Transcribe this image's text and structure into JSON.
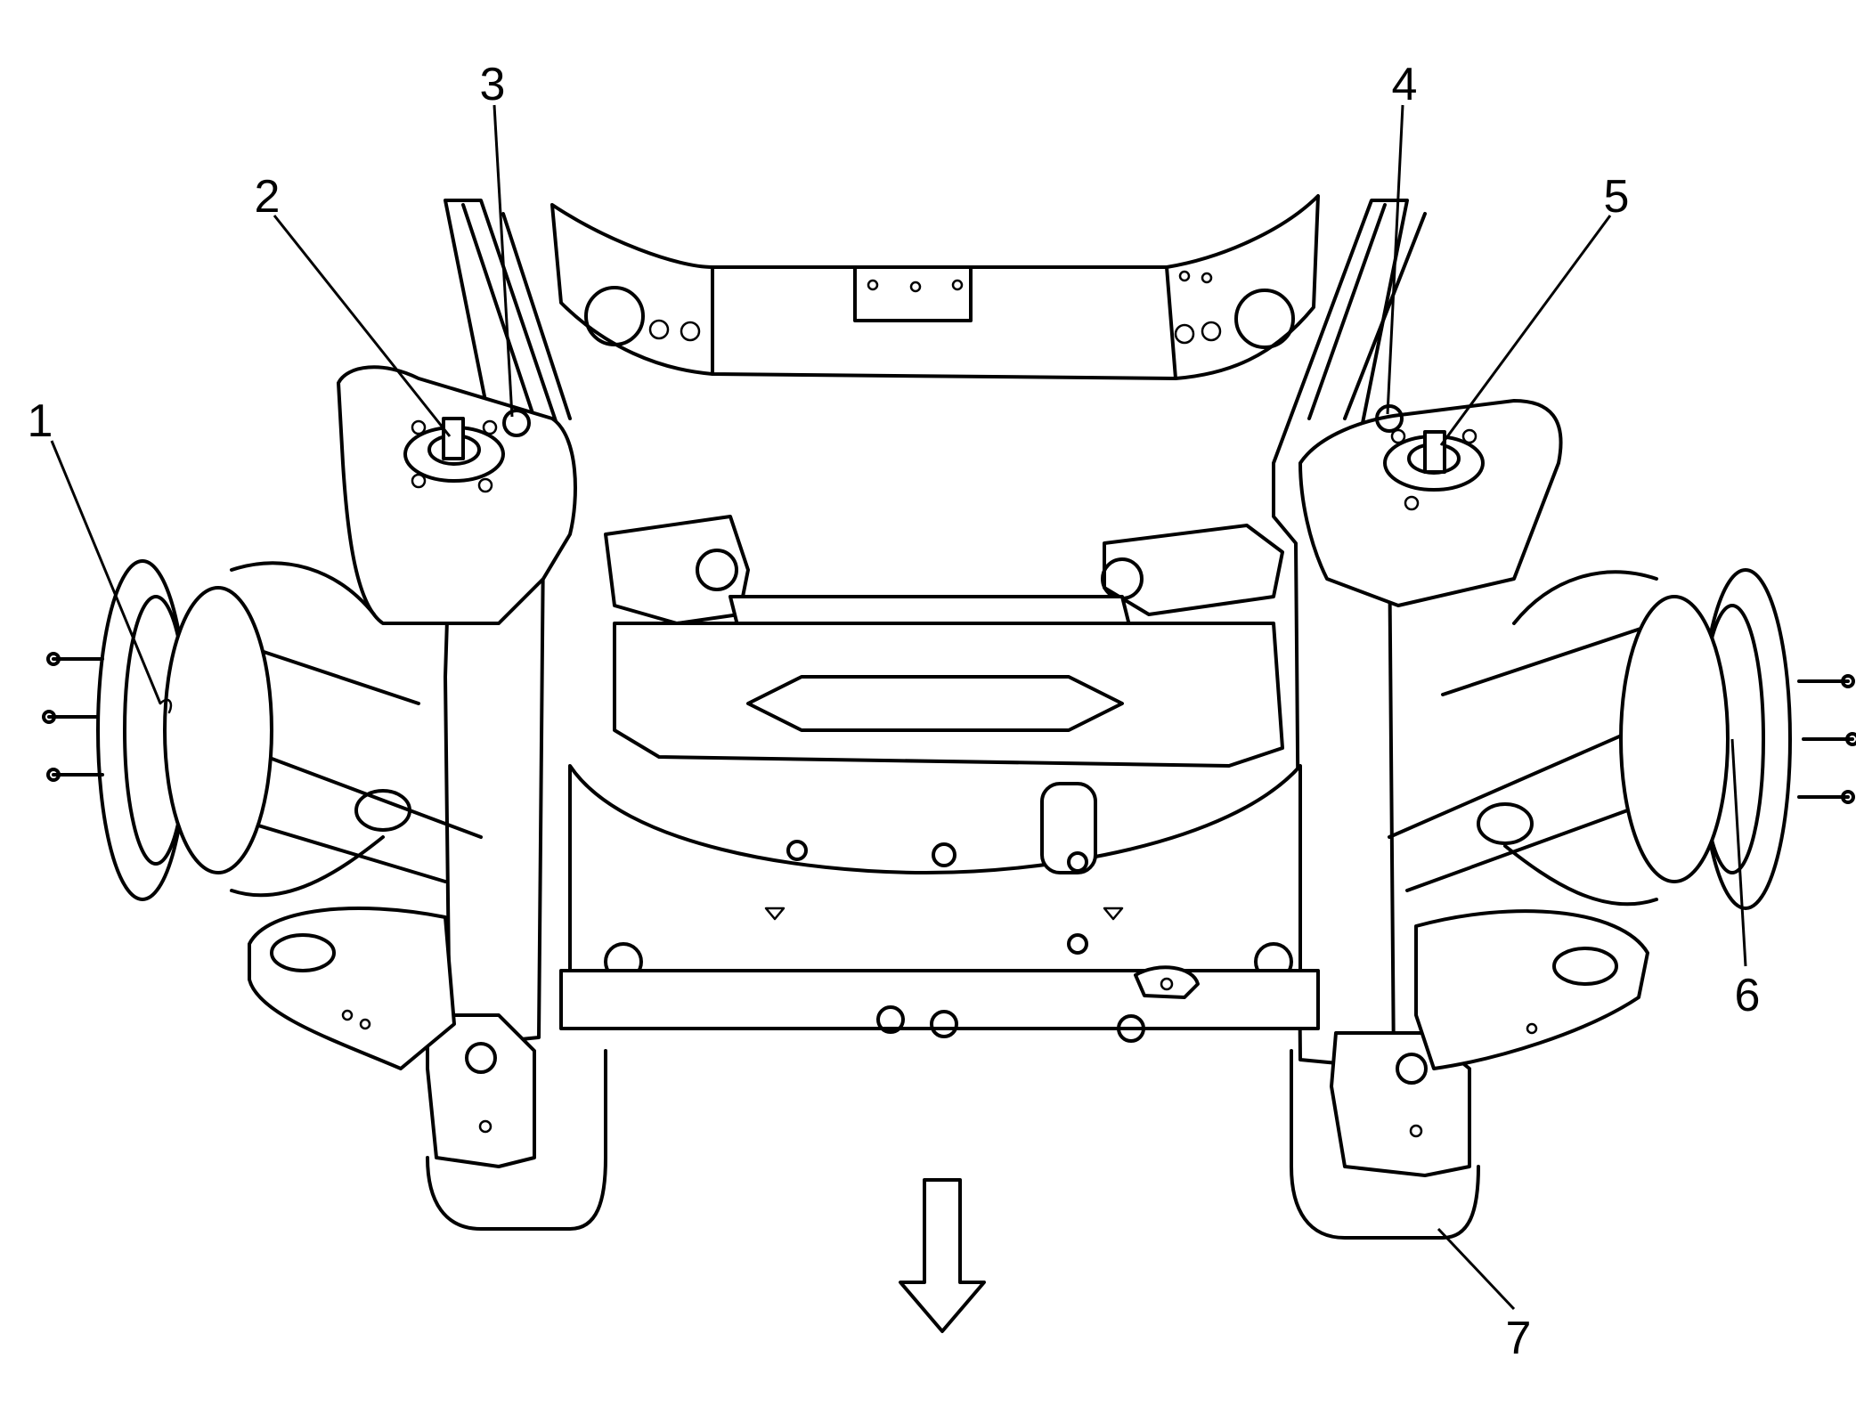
{
  "callouts": [
    {
      "id": "1",
      "label": "1"
    },
    {
      "id": "2",
      "label": "2"
    },
    {
      "id": "3",
      "label": "3"
    },
    {
      "id": "4",
      "label": "4"
    },
    {
      "id": "5",
      "label": "5"
    },
    {
      "id": "6",
      "label": "6"
    },
    {
      "id": "7",
      "label": "7"
    }
  ],
  "direction_arrow": {
    "icon": "down-arrow-icon"
  },
  "colors": {
    "ink": "#000000",
    "background": "#ffffff"
  }
}
